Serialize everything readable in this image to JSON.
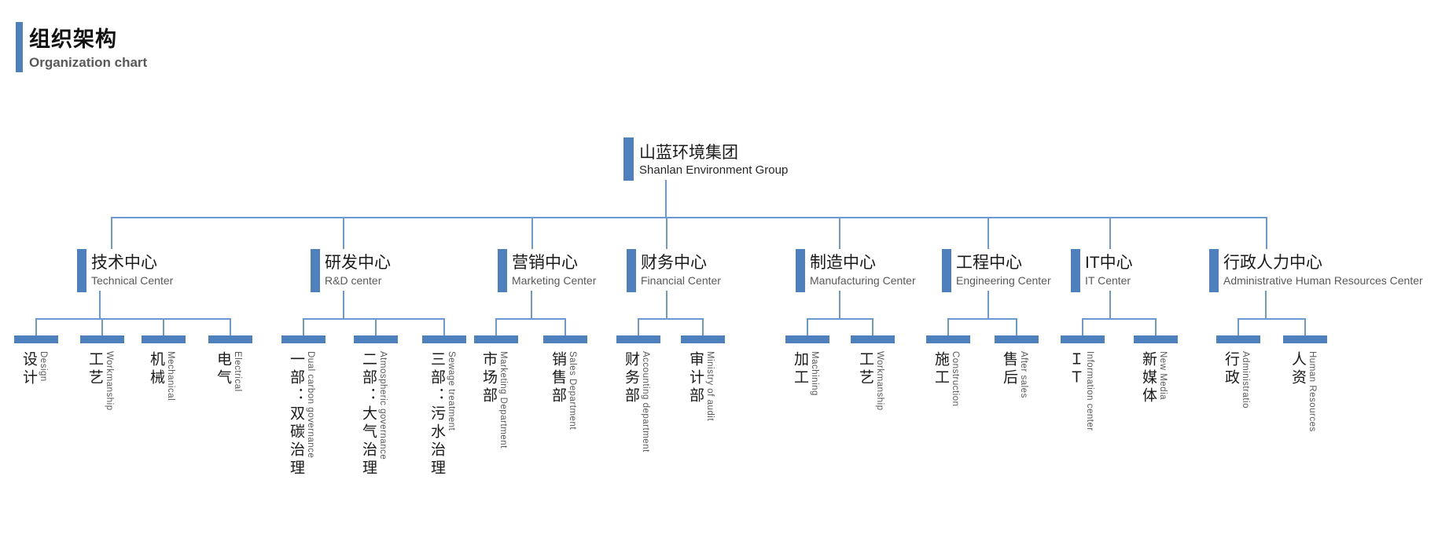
{
  "header": {
    "title_zh": "组织架构",
    "title_en": "Organization chart"
  },
  "root": {
    "zh": "山蓝环境集团",
    "en": "Shanlan Environment Group"
  },
  "branches": [
    {
      "zh": "技术中心",
      "en": "Technical Center",
      "children": [
        {
          "zh": "设计",
          "en": "Design"
        },
        {
          "zh": "工艺",
          "en": "Workmanship"
        },
        {
          "zh": "机械",
          "en": "Mechanical"
        },
        {
          "zh": "电气",
          "en": "Electrical"
        }
      ]
    },
    {
      "zh": "研发中心",
      "en": "R&D center",
      "children": [
        {
          "zh": "一部：双碳治理",
          "en": "Dual carbon governance"
        },
        {
          "zh": "二部：大气治理",
          "en": "Atmospheric governance"
        },
        {
          "zh": "三部：污水治理",
          "en": "Sewage treatment"
        }
      ]
    },
    {
      "zh": "营销中心",
      "en": "Marketing Center",
      "children": [
        {
          "zh": "市场部",
          "en": "Marketing Department"
        },
        {
          "zh": "销售部",
          "en": "Sales Department"
        }
      ]
    },
    {
      "zh": "财务中心",
      "en": "Financial Center",
      "children": [
        {
          "zh": "财务部",
          "en": "Accounting department"
        },
        {
          "zh": "审计部",
          "en": "Ministry of audit"
        }
      ]
    },
    {
      "zh": "制造中心",
      "en": "Manufacturing Center",
      "children": [
        {
          "zh": "加工",
          "en": "Machining"
        },
        {
          "zh": "工艺",
          "en": "Workmanship"
        }
      ]
    },
    {
      "zh": "工程中心",
      "en": "Engineering Center",
      "children": [
        {
          "zh": "施工",
          "en": "Construction"
        },
        {
          "zh": "售后",
          "en": "After sales"
        }
      ]
    },
    {
      "zh": "IT中心",
      "en": "IT Center",
      "children": [
        {
          "zh": "ＩＴ",
          "en": "Information center"
        },
        {
          "zh": "新媒体",
          "en": "New Media"
        }
      ]
    },
    {
      "zh": "行政人力中心",
      "en": "Administrative Human Resources Center",
      "children": [
        {
          "zh": "行政",
          "en": "Administratio"
        },
        {
          "zh": "人资",
          "en": "Human Resources"
        }
      ]
    }
  ],
  "colors": {
    "accent": "#4E80BE",
    "line": "#6B9AD2"
  }
}
